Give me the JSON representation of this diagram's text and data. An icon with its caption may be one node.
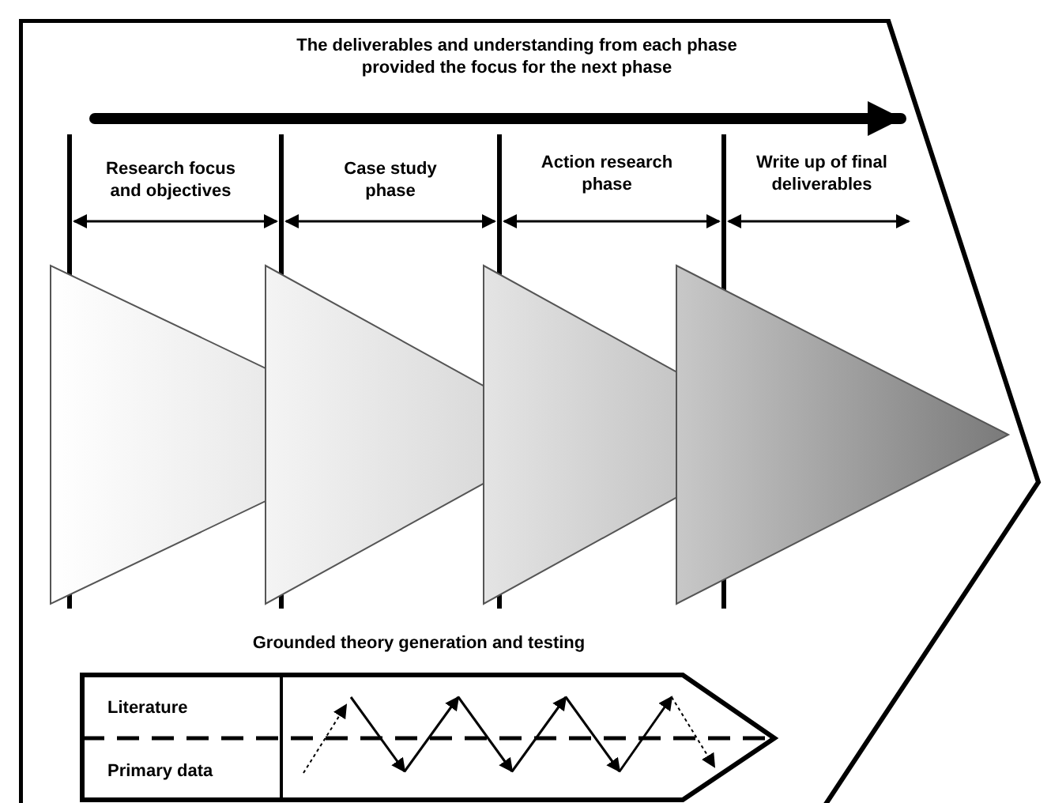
{
  "diagram": {
    "nodes": [
      {
        "text": [
          "The deliverables and understanding from each phase provided the focus for the next phase"
        ]
      },
      {
        "text": [],
        "shape": "triangle",
        "in": 0
      },
      {
        "text": [],
        "shape": "triangle",
        "in": 0
      },
      {
        "text": [],
        "shape": "triangle",
        "in": 0
      },
      {
        "text": [],
        "shape": "triangle",
        "in": 0
      },
      {
        "text": [
          "Grounded theory generation and testing",
          "Literature",
          "Primary data"
        ],
        "in": 0
      }
    ],
    "labels": [
      "Research focus and objectives",
      "Case study phase",
      "Action research phase",
      "Write up of final deliverables"
    ]
  }
}
